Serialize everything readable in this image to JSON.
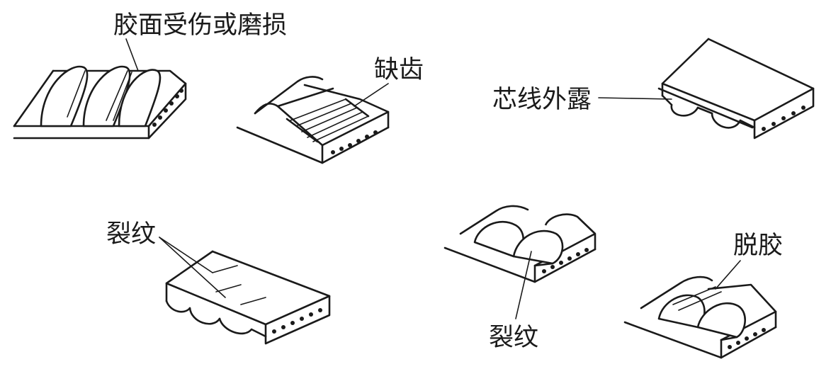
{
  "labels": {
    "rubber_damage": "胶面受伤或磨损",
    "missing_tooth": "缺齿",
    "cord_exposed": "芯线外露",
    "crack_flat": "裂纹",
    "crack_tooth": "裂纹",
    "rubber_detached": "脱胶"
  }
}
